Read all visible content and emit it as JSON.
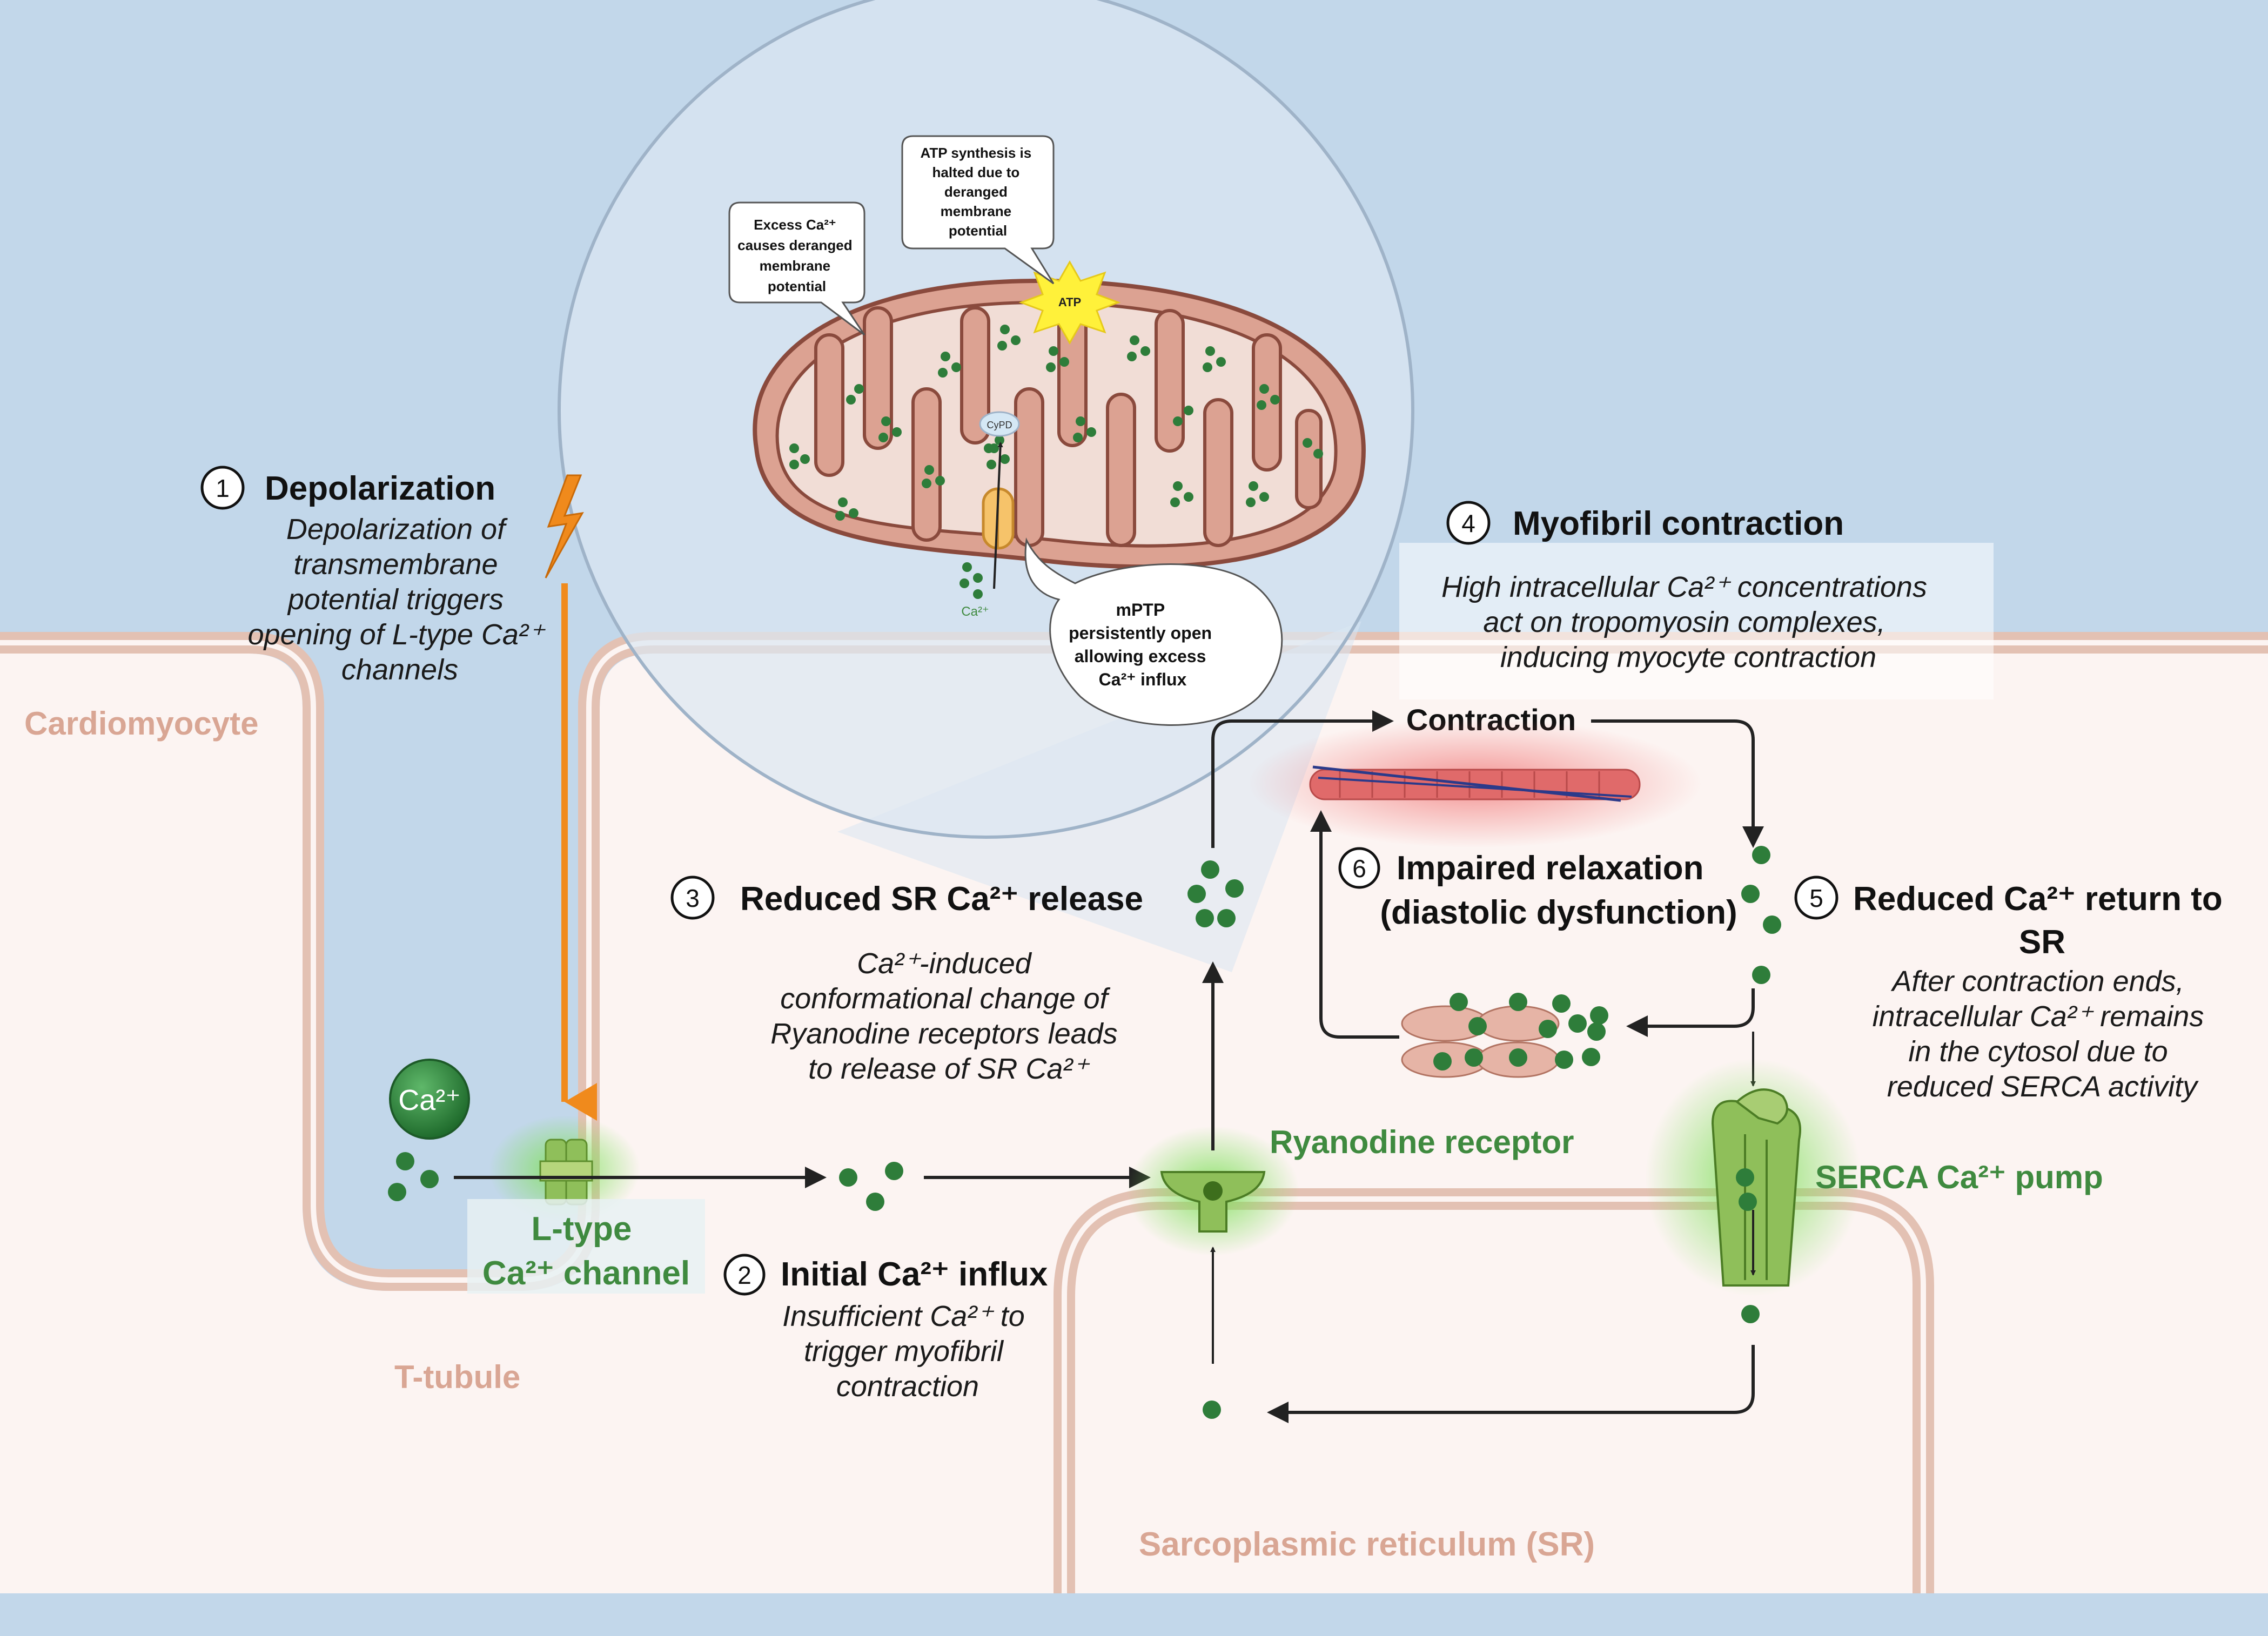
{
  "labels": {
    "cardiomyocyte": "Cardiomyocyte",
    "t_tubule": "T-tubule",
    "sr": "Sarcoplasmic reticulum (SR)",
    "l_type_line1": "L-type",
    "l_type_line2": "Ca²⁺ channel",
    "ryanodine": "Ryanodine receptor",
    "serca": "SERCA Ca²⁺ pump",
    "contraction": "Contraction",
    "ca_ion": "Ca²⁺",
    "atp": "ATP",
    "cypd": "CyPD",
    "ca_small": "Ca²⁺"
  },
  "steps": [
    {
      "number": "1",
      "title": "Depolarization",
      "desc": [
        "Depolarization of",
        "transmembrane",
        "potential triggers",
        "opening of L-type Ca²⁺",
        "channels"
      ]
    },
    {
      "number": "2",
      "title": "Initial Ca²⁺ influx",
      "desc": [
        "Insufficient Ca²⁺ to",
        "trigger myofibril",
        "contraction"
      ]
    },
    {
      "number": "3",
      "title": "Reduced SR Ca²⁺ release",
      "desc": [
        "Ca²⁺-induced",
        "conformational change of",
        "Ryanodine receptors leads",
        "to release of SR Ca²⁺"
      ]
    },
    {
      "number": "4",
      "title": "Myofibril contraction",
      "desc": [
        "High intracellular Ca²⁺ concentrations",
        "act on tropomyosin complexes,",
        "inducing myocyte contraction"
      ]
    },
    {
      "number": "5",
      "title": [
        "Reduced Ca²⁺ return to",
        "SR"
      ],
      "desc": [
        "After contraction ends,",
        "intracellular Ca²⁺ remains",
        "in the cytosol due to",
        "reduced SERCA activity"
      ]
    },
    {
      "number": "6",
      "title": [
        "Impaired relaxation",
        "(diastolic dysfunction)"
      ]
    }
  ],
  "bubbles": {
    "excess": [
      "Excess Ca²⁺",
      "causes deranged",
      "membrane",
      "potential"
    ],
    "atp_halt": [
      "ATP synthesis is",
      "halted due to",
      "deranged",
      "membrane",
      "potential"
    ],
    "mptp": [
      "mPTP",
      "persistently open",
      "allowing excess",
      "Ca²⁺ influx"
    ]
  },
  "colors": {
    "sky": "#c0d6ea",
    "cytosol": "#fcf3f1",
    "membrane": "#e3c1b3",
    "mitochondria": "#dca292",
    "calcium": "#2e7d3a",
    "lightning": "#f08a1c",
    "channel_green": "#8fbf5a"
  }
}
